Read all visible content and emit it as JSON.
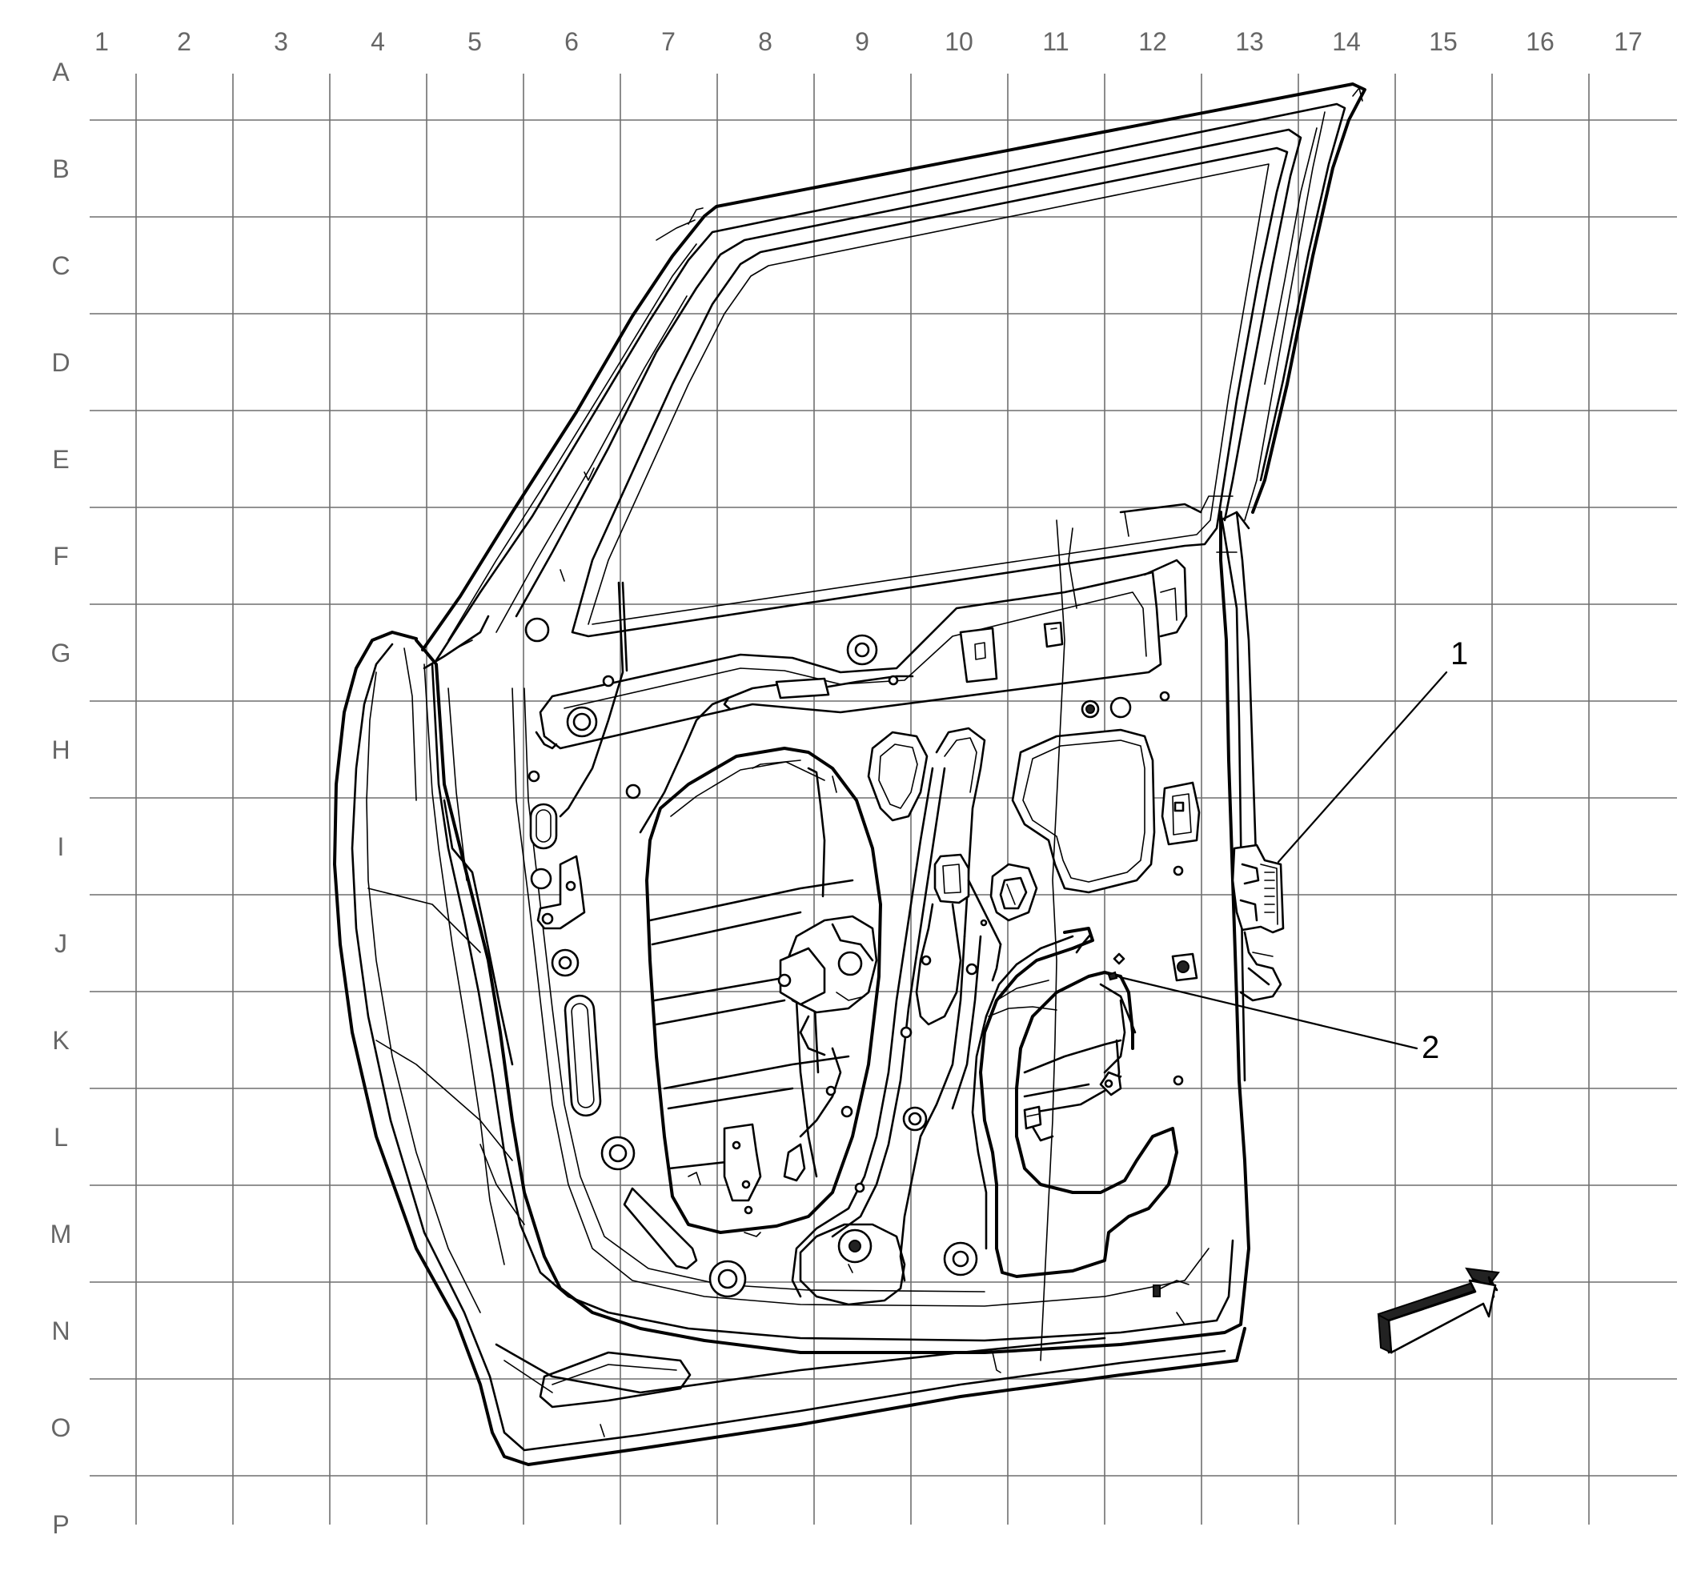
{
  "grid": {
    "columns": [
      "1",
      "2",
      "3",
      "4",
      "5",
      "6",
      "7",
      "8",
      "9",
      "10",
      "11",
      "12",
      "13",
      "14",
      "15",
      "16",
      "17"
    ],
    "rows": [
      "A",
      "B",
      "C",
      "D",
      "E",
      "F",
      "G",
      "H",
      "I",
      "J",
      "K",
      "L",
      "M",
      "N",
      "O",
      "P"
    ]
  },
  "callouts": [
    {
      "number": "1",
      "target": "window-regulator-motor-connector"
    },
    {
      "number": "2",
      "target": "harness-clip-fastener"
    }
  ],
  "colors": {
    "line": "#000000",
    "grid": "#6f6f6f",
    "label": "#666666",
    "background": "#ffffff"
  },
  "icons": {
    "direction_arrow": "forward-direction-arrow-icon"
  }
}
